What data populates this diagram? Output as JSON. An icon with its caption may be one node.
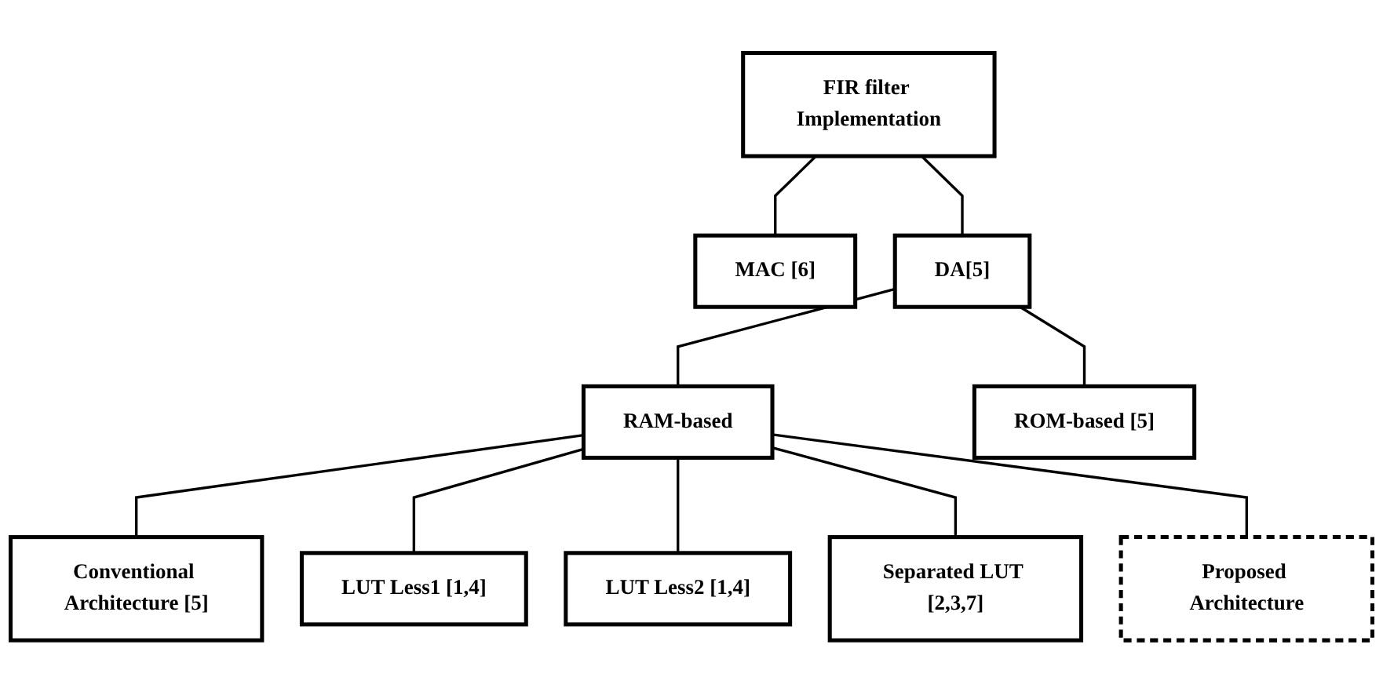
{
  "diagram": {
    "nodes": [
      {
        "text": [
          "FIR filter Implementation"
        ]
      },
      {
        "text": [
          "MAC [6]"
        ]
      },
      {
        "text": [
          "DA[5]"
        ]
      },
      {
        "text": [
          "RAM-based"
        ]
      },
      {
        "text": [
          "ROM-based [5]"
        ]
      },
      {
        "text": [
          "Conventional Architecture [5]"
        ]
      },
      {
        "text": [
          "LUT Less1 [1,4]"
        ]
      },
      {
        "text": [
          "LUT Less2 [1,4]"
        ]
      },
      {
        "text": [
          "Separated LUT [2,3,7]"
        ]
      },
      {
        "text": [
          "Proposed Architecture"
        ]
      }
    ],
    "edges": [
      {
        "from": 0,
        "to": 1,
        "arrow": "none"
      },
      {
        "from": 0,
        "to": 2,
        "arrow": "none"
      },
      {
        "from": 2,
        "to": 3,
        "arrow": "none"
      },
      {
        "from": 2,
        "to": 4,
        "arrow": "none"
      },
      {
        "from": 3,
        "to": 5,
        "arrow": "none"
      },
      {
        "from": 3,
        "to": 6,
        "arrow": "none"
      },
      {
        "from": 3,
        "to": 7,
        "arrow": "none"
      },
      {
        "from": 3,
        "to": 8,
        "arrow": "none"
      },
      {
        "from": 3,
        "to": 9,
        "arrow": "none"
      }
    ]
  }
}
